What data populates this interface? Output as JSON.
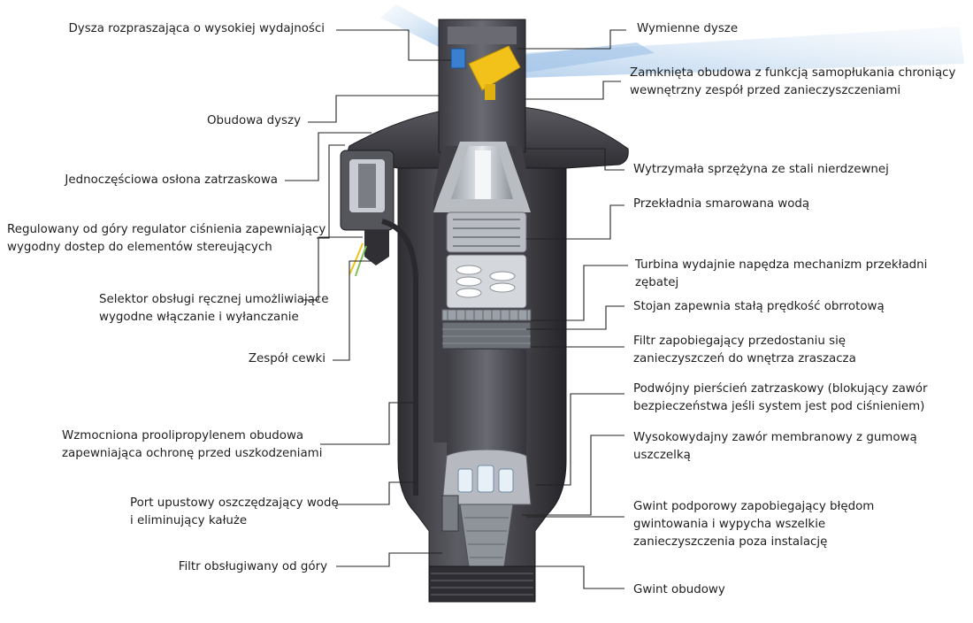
{
  "colors": {
    "text": "#1e1e1e",
    "leader_line": "#222222",
    "body_dark": "#3a3a40",
    "body_mid": "#55555c",
    "body_light": "#7a7a82",
    "accent_yellow": "#f2c21b",
    "accent_blue": "#3b7fd0",
    "spray_blue": "#bcd6ee",
    "cutaway_interior": "#cfd3d8"
  },
  "labels_left": [
    {
      "id": "nozzle",
      "lines": [
        "Dysza rozpraszająca o wysokiej wydajności"
      ]
    },
    {
      "id": "nozzle-housing",
      "lines": [
        "Obudowa dyszy"
      ]
    },
    {
      "id": "snap-cover",
      "lines": [
        "Jednoczęściowa osłona zatrzaskowa"
      ]
    },
    {
      "id": "pressure-regulator",
      "lines": [
        "Regulowany od góry regulator ciśnienia zapewniający",
        "wygodny dostep do elementów stereujących"
      ]
    },
    {
      "id": "manual-selector",
      "lines": [
        "Selektor obsługi ręcznej umożliwiające",
        "wygodne włączanie i wyłanczanie"
      ]
    },
    {
      "id": "coil",
      "lines": [
        "Zespół cewki"
      ]
    },
    {
      "id": "reinforced-housing",
      "lines": [
        "Wzmocniona proolipropylenem obudowa",
        "zapewniająca ochronę przed uszkodzeniami"
      ]
    },
    {
      "id": "drain-port",
      "lines": [
        "Port upustowy oszczędzający wodę",
        "i eliminujący kałuże"
      ]
    },
    {
      "id": "top-filter",
      "lines": [
        "Filtr obsługiwany od góry"
      ]
    }
  ],
  "labels_right": [
    {
      "id": "replaceable-nozzles",
      "lines": [
        "Wymienne dysze"
      ]
    },
    {
      "id": "closed-housing",
      "lines": [
        "Zamknięta obudowa z funkcją samopłukania chroniący",
        "wewnętrzny zespół przed zanieczyszczeniami"
      ]
    },
    {
      "id": "spring",
      "lines": [
        "Wytrzymała sprzężyna ze stali nierdzewnej"
      ]
    },
    {
      "id": "gear",
      "lines": [
        "Przekładnia smarowana wodą"
      ]
    },
    {
      "id": "turbine",
      "lines": [
        "Turbina wydajnie napędza mechanizm przekładni",
        "zębatej"
      ]
    },
    {
      "id": "stator",
      "lines": [
        "Stojan zapewnia stałą prędkość obrrotową"
      ]
    },
    {
      "id": "filter",
      "lines": [
        "Filtr zapobiegający przedostaniu się",
        "zanieczyszczeń do wnętrza zraszacza"
      ]
    },
    {
      "id": "snap-ring",
      "lines": [
        "Podwójny pierścień zatrzaskowy (blokujący zawór",
        "bezpieczeństwa jeśli system jest pod ciśnieniem)"
      ]
    },
    {
      "id": "diaphragm-valve",
      "lines": [
        "Wysokowydajny zawór membranowy z gumową",
        "uszczelką"
      ]
    },
    {
      "id": "support-thread",
      "lines": [
        "Gwint podporowy zapobiegający błędom",
        "gwintowania i wypycha wszelkie",
        "zanieczyszczenia poza instalację"
      ]
    },
    {
      "id": "housing-thread",
      "lines": [
        "Gwint obudowy"
      ]
    }
  ]
}
